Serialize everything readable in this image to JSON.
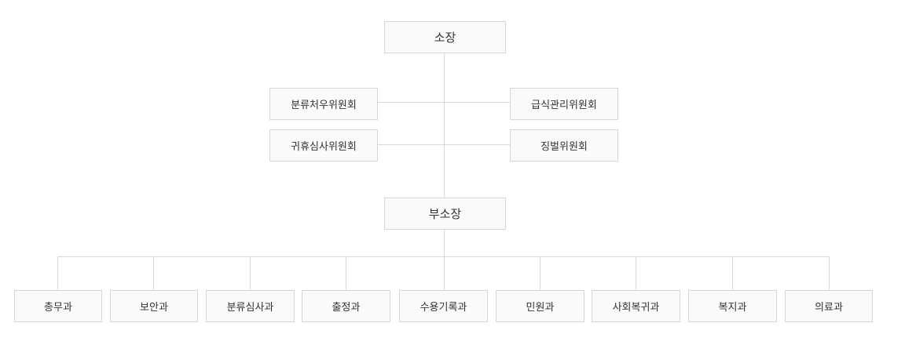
{
  "director": {
    "label": "소장"
  },
  "committees": {
    "left": [
      {
        "label": "분류처우위원회"
      },
      {
        "label": "귀휴심사위원회"
      }
    ],
    "right": [
      {
        "label": "급식관리위원회"
      },
      {
        "label": "징벌위원회"
      }
    ]
  },
  "deputy": {
    "label": "부소장"
  },
  "departments": [
    {
      "label": "총무과"
    },
    {
      "label": "보안과"
    },
    {
      "label": "분류심사과"
    },
    {
      "label": "출정과"
    },
    {
      "label": "수용기록과"
    },
    {
      "label": "민원과"
    },
    {
      "label": "사회복귀과"
    },
    {
      "label": "복지과"
    },
    {
      "label": "의료과"
    }
  ],
  "colors": {
    "line": "#d9d9d9",
    "box_border": "#d6d6d6",
    "box_fill": "#fafafa",
    "text": "#333333"
  }
}
